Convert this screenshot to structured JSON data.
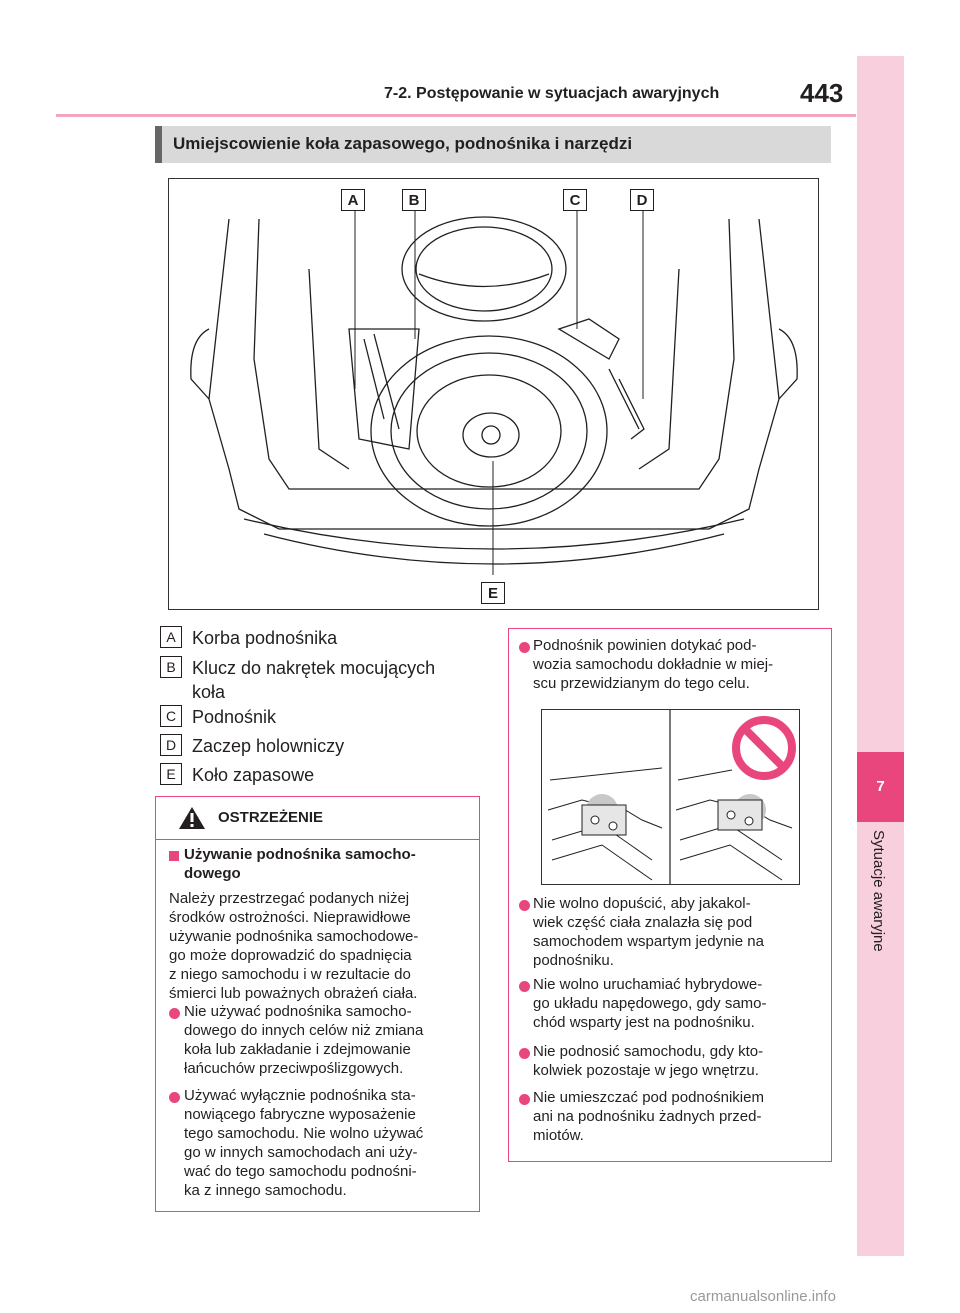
{
  "header": {
    "section": "7-2. Postępowanie w sytuacjach awaryjnych",
    "page_number": "443"
  },
  "side_tab": {
    "number": "7",
    "label": "Sytuacje awaryjne"
  },
  "section_title": "Umiejscowienie koła zapasowego, podnośnika i narzędzi",
  "figure_labels": [
    "A",
    "B",
    "C",
    "D",
    "E"
  ],
  "legend": [
    {
      "key": "A",
      "text": "Korba podnośnika"
    },
    {
      "key": "B",
      "text": "Klucz do nakrętek mocujących",
      "text2": "koła"
    },
    {
      "key": "C",
      "text": "Podnośnik"
    },
    {
      "key": "D",
      "text": "Zaczep holowniczy"
    },
    {
      "key": "E",
      "text": "Koło zapasowe"
    }
  ],
  "warning": {
    "title": "OSTRZEŻENIE",
    "subheading": [
      "Używanie podnośnika samocho-",
      "dowego"
    ],
    "intro": [
      "Należy przestrzegać podanych niżej",
      "środków ostrożności. Nieprawidłowe",
      "używanie podnośnika samochodowe-",
      "go może doprowadzić do spadnięcia",
      "z niego samochodu i w rezultacie do",
      "śmierci lub poważnych obrażeń ciała."
    ],
    "bullet1": [
      "Nie używać podnośnika samocho-",
      "dowego do innych celów niż zmiana",
      "koła lub zakładanie i zdejmowanie",
      "łańcuchów przeciwpoślizgowych."
    ],
    "bullet2": [
      "Używać wyłącznie podnośnika sta-",
      "nowiącego fabryczne wyposażenie",
      "tego samochodu. Nie wolno używać",
      "go w innych samochodach ani uży-",
      "wać do tego samochodu podnośni-",
      "ka z innego samochodu."
    ]
  },
  "right": {
    "bullet1": [
      "Podnośnik powinien dotykać pod-",
      "wozia samochodu dokładnie w miej-",
      "scu przewidzianym do tego celu."
    ],
    "bullet2": [
      "Nie wolno dopuścić, aby jakakol-",
      "wiek część ciała znalazła się pod",
      "samochodem wspartym jedynie na",
      "podnośniku."
    ],
    "bullet3": [
      "Nie wolno uruchamiać hybrydowe-",
      "go układu napędowego, gdy samo-",
      "chód wsparty jest na podnośniku."
    ],
    "bullet4": [
      "Nie podnosić samochodu, gdy kto-",
      "kolwiek pozostaje w jego wnętrzu."
    ],
    "bullet5": [
      "Nie umieszczać pod podnośnikiem",
      "ani na podnośniku żadnych przed-",
      "miotów."
    ]
  },
  "watermark": "carmanualsonline.info",
  "colors": {
    "accent": "#e8467c",
    "tab": "#f8cfdc",
    "section_bar": "#d9d9d9"
  }
}
